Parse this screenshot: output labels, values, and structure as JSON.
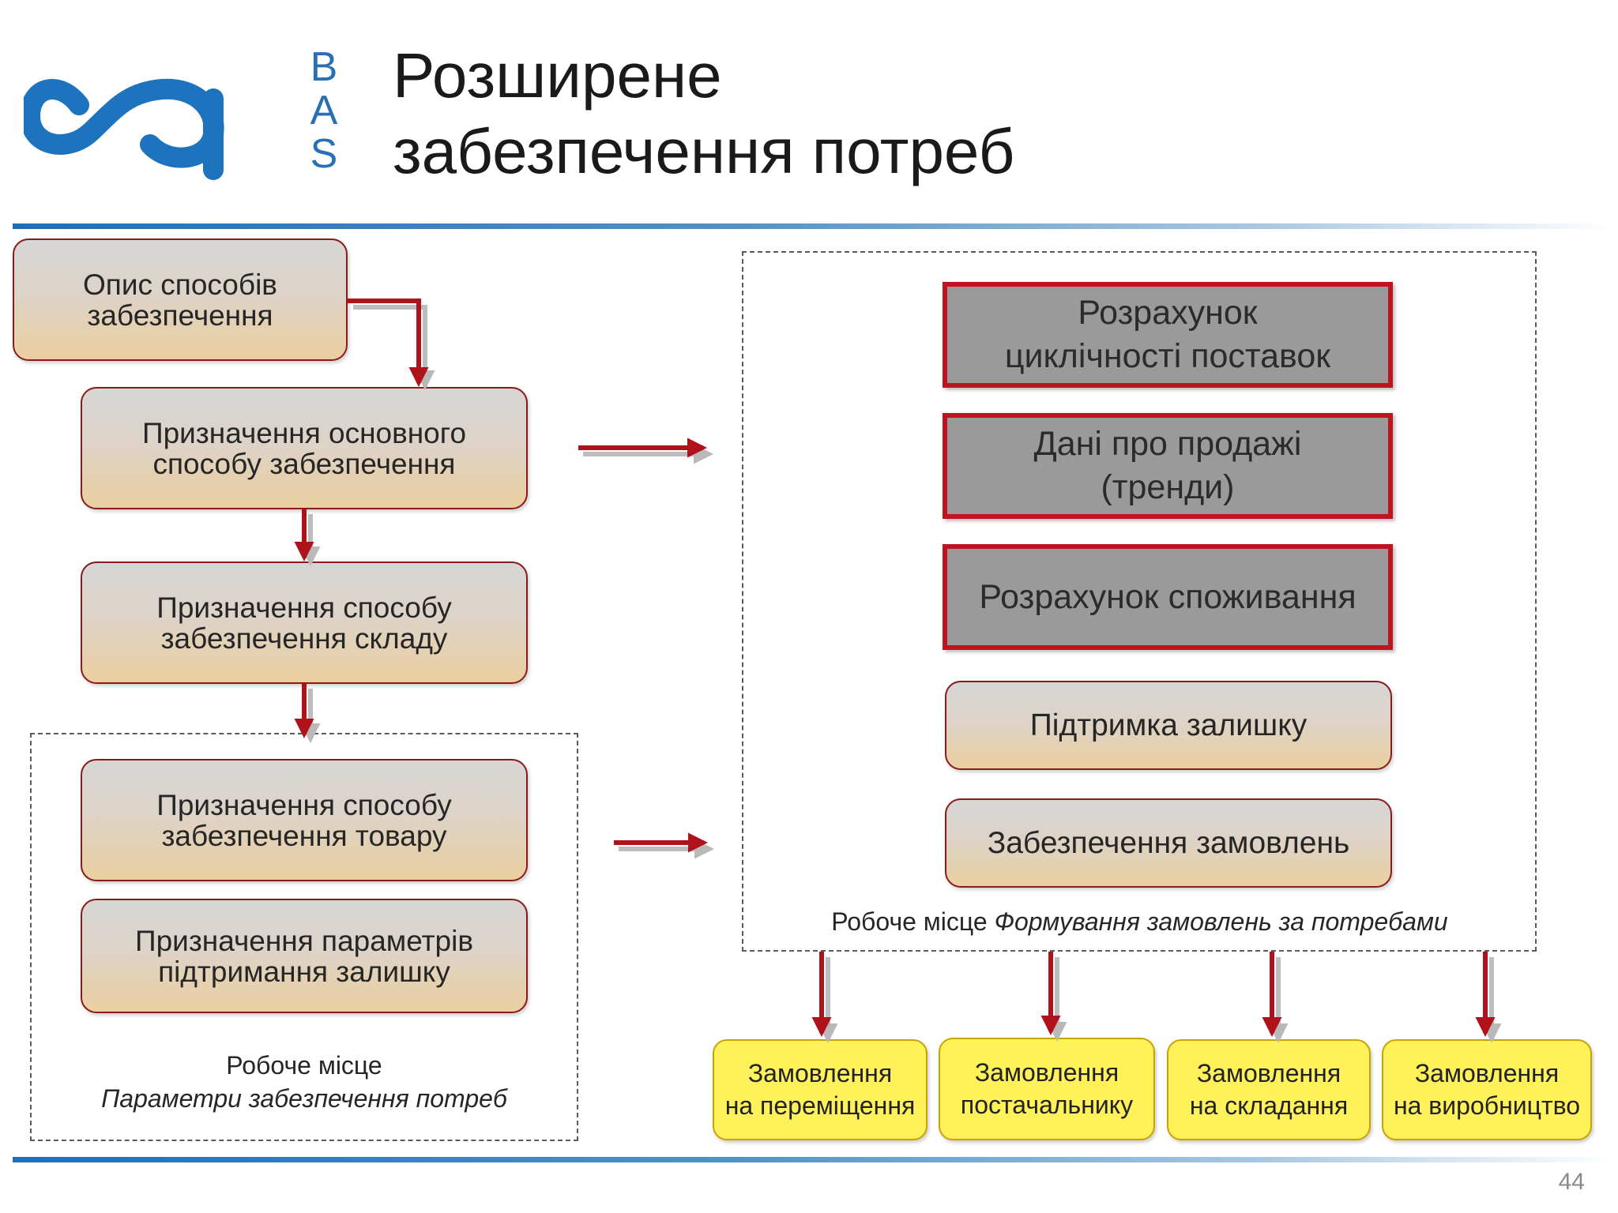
{
  "header": {
    "logo_text": "BAS",
    "logo_letters": [
      "B",
      "A",
      "S"
    ],
    "title_lines": [
      "Розширене",
      "забезпечення потреб"
    ],
    "brand_color": "#1e73be"
  },
  "left_flow": {
    "items": [
      {
        "label": "Опис способів\nзабезпечення"
      },
      {
        "label": "Призначення основного\nспособу забезпечення"
      },
      {
        "label": "Призначення способу\nзабезпечення складу"
      },
      {
        "label": "Призначення способу\nзабезпечення товару"
      },
      {
        "label": "Призначення параметрів\nпідтримання залишку"
      }
    ],
    "workplace_caption": "Робоче місце",
    "workplace_name": "Параметри забезпечення потреб"
  },
  "right_panel": {
    "highlighted_items": [
      {
        "label": "Розрахунок\nциклічності поставок"
      },
      {
        "label": "Дані про продажі\n(тренди)"
      },
      {
        "label": "Розрахунок споживання"
      }
    ],
    "items": [
      {
        "label": "Підтримка залишку"
      },
      {
        "label": "Забезпечення замовлень"
      }
    ],
    "workplace_caption": "Робоче місце",
    "workplace_name": "Формування замовлень за потребами"
  },
  "orders": [
    {
      "label": "Замовлення\nна переміщення"
    },
    {
      "label": "Замовлення\nпостачальнику"
    },
    {
      "label": "Замовлення\nна складання"
    },
    {
      "label": "Замовлення\nна виробництво"
    }
  ],
  "page_number": "44",
  "colors": {
    "arrow": "#b0121b",
    "highlight_border": "#c0121f",
    "order_fill": "#fff15a",
    "box_border": "#8b1a1a"
  }
}
